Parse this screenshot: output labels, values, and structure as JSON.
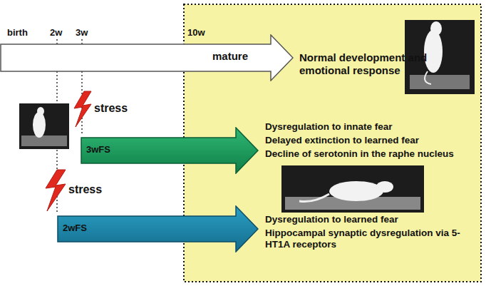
{
  "diagram": {
    "nodes": [
      {
        "text": [
          "mature"
        ]
      },
      {
        "text": [
          "3wFS"
        ]
      },
      {
        "text": [
          "2wFS"
        ]
      }
    ],
    "labels": [
      "birth",
      "2w",
      "3w",
      "10w",
      "Normal development and emotional response",
      "stress",
      "Dysregulation to innate fear",
      "Delayed extinction to learned fear",
      "Decline of serotonin in the raphe nucleus",
      "stress",
      "Dysregulation to learned fear",
      "Hippocampal synaptic dysregulation via 5-HT1A receptors"
    ]
  }
}
